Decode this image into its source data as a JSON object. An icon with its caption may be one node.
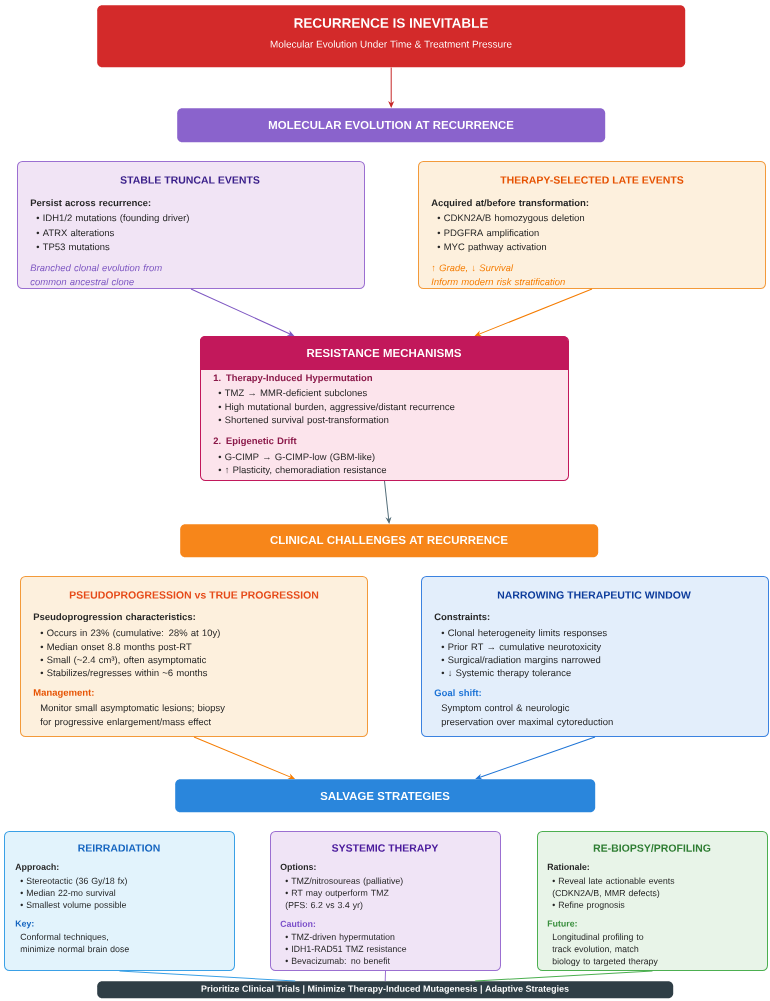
{
  "diagram": {
    "nodes": [
      {
        "text": [
          "RECURRENCE IS INEVITABLE",
          "Molecular Evolution Under Time & Treatment Pressure"
        ]
      },
      {
        "text": [
          "MOLECULAR EVOLUTION AT RECURRENCE"
        ]
      },
      {
        "text": [
          "STABLE TRUNCAL EVENTS",
          "Persist across recurrence:",
          "• IDH1/2 mutations (founding driver)",
          "• ATRX alterations",
          "• TP53 mutations",
          "Branched clonal evolution from common ancestral clone"
        ]
      },
      {
        "text": [
          "THERAPY-SELECTED LATE EVENTS",
          "Acquired at/before transformation:",
          "• CDKN2A/B homozygous deletion",
          "• PDGFRA amplification",
          "• MYC pathway activation",
          "↑ Grade, ↓ Survival",
          "Inform modern risk stratification"
        ]
      },
      {
        "text": [
          "RESISTANCE MECHANISMS",
          "1. Therapy-Induced Hypermutation",
          "• TMZ → MMR-deficient subclones",
          "• High mutational burden, aggressive/distant recurrence",
          "• Shortened survival post-transformation",
          "2. Epigenetic Drift",
          "• G-CIMP → G-CIMP-low (GBM-like)",
          "• ↑ Plasticity, chemoradiation resistance"
        ]
      },
      {
        "text": [
          "CLINICAL CHALLENGES AT RECURRENCE"
        ]
      },
      {
        "text": [
          "PSEUDOPROGRESSION vs TRUE PROGRESSION",
          "Pseudoprogression characteristics:",
          "• Occurs in 23% (cumulative: 28% at 10y)",
          "• Median onset 8.8 months post-RT",
          "• Small (~2.4 cm³), often asymptomatic",
          "• Stabilizes/regresses within ~6 months",
          "Management:",
          "Monitor small asymptomatic lesions; biopsy for progressive enlargement/mass effect"
        ]
      },
      {
        "text": [
          "NARROWING THERAPEUTIC WINDOW",
          "Constraints:",
          "• Clonal heterogeneity limits responses",
          "• Prior RT → cumulative neurotoxicity",
          "• Surgical/radiation margins narrowed",
          "• ↓ Systemic therapy tolerance",
          "Goal shift:",
          "Symptom control & neurologic preservation over maximal cytoreduction"
        ]
      },
      {
        "text": [
          "SALVAGE STRATEGIES"
        ]
      },
      {
        "text": [
          "REIRRADIATION",
          "Approach:",
          "• Stereotactic (36 Gy/18 fx)",
          "• Median 22-mo survival",
          "• Smallest volume possible",
          "Key:",
          "Conformal techniques, minimize normal brain dose"
        ]
      },
      {
        "text": [
          "SYSTEMIC THERAPY",
          "Options:",
          "• TMZ/nitrosoureas (palliative)",
          "• RT may outperform TMZ (PFS: 6.2 vs 3.4 yr)",
          "Caution:",
          "• TMZ-driven hypermutation",
          "• IDH1-RAD51 TMZ resistance",
          "• Bevacizumab: no benefit"
        ]
      },
      {
        "text": [
          "RE-BIOPSY/PROFILING",
          "Rationale:",
          "• Reveal late actionable events (CDKN2A/B, MMR defects)",
          "• Refine prognosis",
          "Future:",
          "Longitudinal profiling to track evolution, match biology to targeted therapy"
        ]
      },
      {
        "text": [
          "Prioritize Clinical Trials | Minimize Therapy-Induced Mutagenesis | Adaptive Strategies"
        ]
      }
    ],
    "edges": [
      {
        "from": 0,
        "to": 1,
        "arrow": "to",
        "color": "#c62828"
      },
      {
        "from": 2,
        "to": 4,
        "arrow": "to",
        "color": "#7e57c2"
      },
      {
        "from": 3,
        "to": 4,
        "arrow": "to",
        "color": "#f57c00"
      },
      {
        "from": 4,
        "to": 5,
        "arrow": "to",
        "color": "#546e7a"
      },
      {
        "from": 6,
        "to": 8,
        "arrow": "to",
        "color": "#f57c00"
      },
      {
        "from": 7,
        "to": 8,
        "arrow": "to",
        "color": "#1e74d6"
      },
      {
        "from": 9,
        "to": 12,
        "arrow": "none",
        "color": "#3aa0e6"
      },
      {
        "from": 10,
        "to": 12,
        "arrow": "none",
        "color": "#9b6fd1"
      },
      {
        "from": 11,
        "to": 12,
        "arrow": "none",
        "color": "#4caf50"
      }
    ]
  }
}
